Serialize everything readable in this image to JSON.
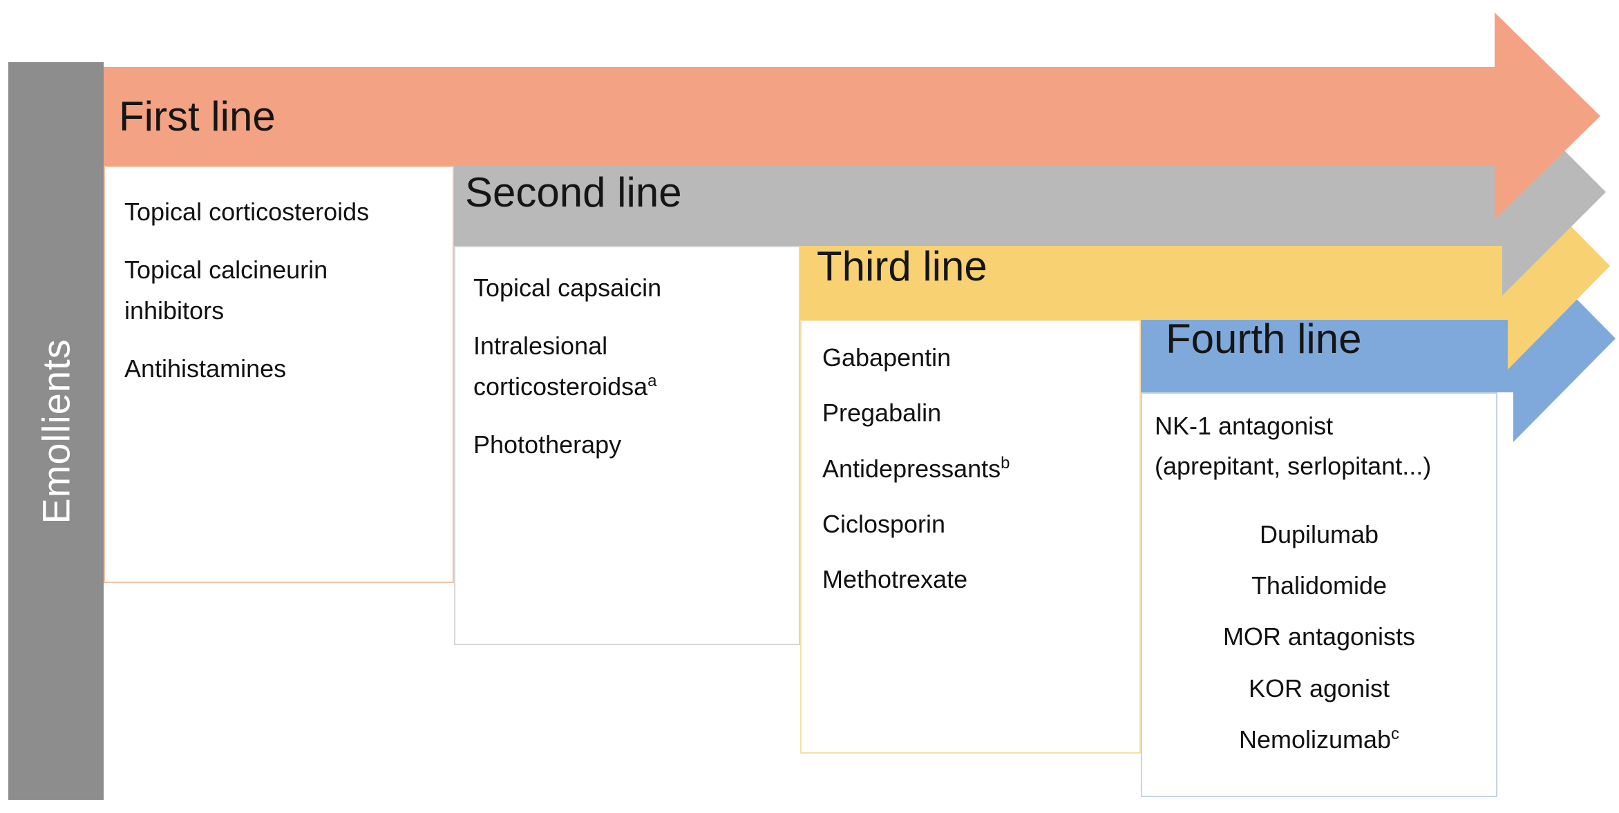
{
  "sidebar": {
    "label": "Emollients",
    "color": "#8d8d8d"
  },
  "lines": [
    {
      "label": "First line",
      "color": "#f4a284",
      "items": [
        {
          "text": "Topical corticosteroids"
        },
        {
          "text": "Topical calcineurin\ninhibitors"
        },
        {
          "text": "Antihistamines"
        }
      ]
    },
    {
      "label": "Second line",
      "color": "#b9b9b9",
      "items": [
        {
          "text": "Topical capsaicin"
        },
        {
          "text": "Intralesional\ncorticosteroidsa",
          "sup": "a"
        },
        {
          "text": "Phototherapy"
        }
      ]
    },
    {
      "label": "Third line",
      "color": "#f8d173",
      "items": [
        {
          "text": "Gabapentin"
        },
        {
          "text": "Pregabalin"
        },
        {
          "text": "Antidepressants",
          "sup": "b"
        },
        {
          "text": "Ciclosporin"
        },
        {
          "text": "Methotrexate"
        }
      ]
    },
    {
      "label": "Fourth line",
      "color": "#80a9db",
      "items": [
        {
          "text": "NK-1 antagonist\n(aprepitant, serlopitant...)"
        },
        {
          "text": "Dupilumab"
        },
        {
          "text": "Thalidomide"
        },
        {
          "text": "MOR antagonists"
        },
        {
          "text": "KOR agonist"
        },
        {
          "text": "Nemolizumab",
          "sup": "c"
        }
      ]
    }
  ]
}
